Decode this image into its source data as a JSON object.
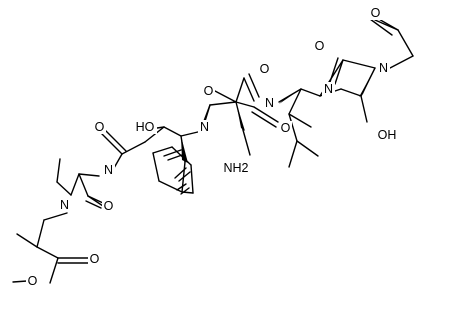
{
  "atom_labels": [
    {
      "id": "o-acetyl",
      "text": "O"
    },
    {
      "id": "nh-acetyl",
      "text": "N"
    },
    {
      "id": "o-ser-carbonyl",
      "text": "O"
    },
    {
      "id": "oh-ser",
      "text": "OH"
    },
    {
      "id": "o-leu-carbonyl",
      "text": "O"
    },
    {
      "id": "nh-leu",
      "text": "N"
    },
    {
      "id": "o-asn-carbonyl",
      "text": "O"
    },
    {
      "id": "nh-asn",
      "text": "N"
    },
    {
      "id": "o-asn-sidechain",
      "text": "O"
    },
    {
      "id": "nh2-asn",
      "text": "NH2"
    },
    {
      "id": "o-amide-ile",
      "text": "O"
    },
    {
      "id": "ho-statine",
      "text": "HO"
    },
    {
      "id": "nh-phe",
      "text": "N"
    },
    {
      "id": "nh-ile",
      "text": "N"
    },
    {
      "id": "o-ile-carbonyl",
      "text": "O"
    },
    {
      "id": "nh-val",
      "text": "N"
    },
    {
      "id": "o-val-carbonyl",
      "text": "O"
    },
    {
      "id": "o-methoxy",
      "text": "O"
    }
  ]
}
